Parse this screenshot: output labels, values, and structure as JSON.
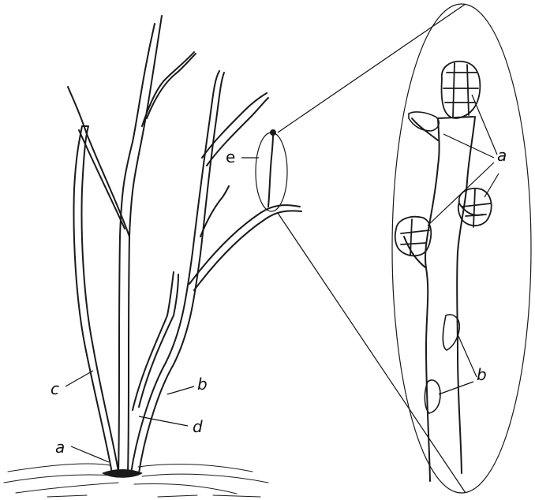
{
  "figure": {
    "labels": {
      "a_left": "a",
      "b_left": "b",
      "c": "c",
      "d": "d",
      "e": "e",
      "a_detail": "a",
      "b_detail": "b"
    },
    "colors": {
      "ink": "#1a1a1a",
      "background": "#ffffff"
    }
  }
}
